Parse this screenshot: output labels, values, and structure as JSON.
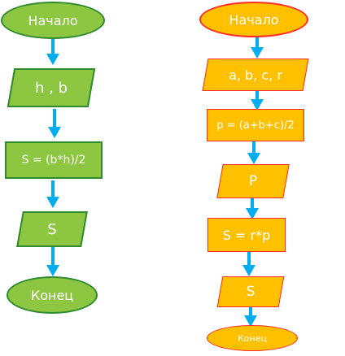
{
  "colors": {
    "left_fill": "#8dc641",
    "left_stroke": "#2e8b2e",
    "right_fill": "#ffc000",
    "right_stroke": "#ff2a2a",
    "arrow": "#00aeef"
  },
  "left": {
    "start": "Начало",
    "input": "h , b",
    "process": "S = (b*h)/2",
    "output": "S",
    "end": "Конец"
  },
  "right": {
    "start": "Начало",
    "input": "a, b, c, r",
    "process1": "p = (a+b+c)/2",
    "io_p": "P",
    "process2": "S = r*p",
    "output": "S",
    "end": "Конец"
  }
}
